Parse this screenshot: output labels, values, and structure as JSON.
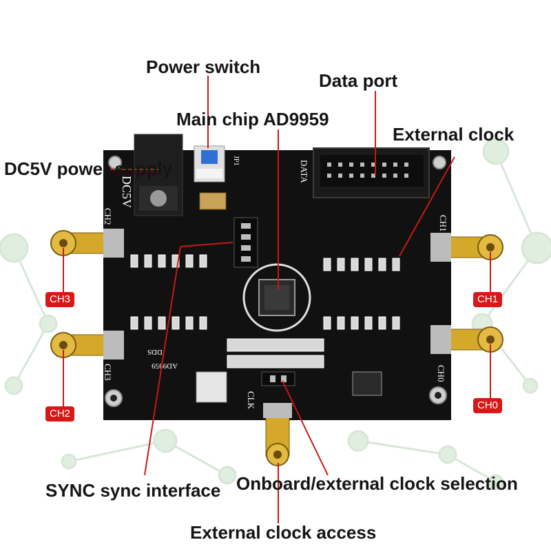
{
  "callouts": {
    "power_switch": "Power switch",
    "data_port": "Data port",
    "main_chip": "Main chip AD9959",
    "external_clock": "External clock",
    "dc5v_supply": "DC5V power supply",
    "sync_interface": "SYNC sync interface",
    "clock_selection": "Onboard/external clock selection",
    "external_clock_access": "External clock access"
  },
  "channel_tags": {
    "ch0": "CH0",
    "ch1": "CH1",
    "ch2": "CH2",
    "ch3": "CH3"
  },
  "board_silkscreen": {
    "dc5v": "DC5V",
    "ch1": "CH1",
    "ch2": "CH2",
    "ch3": "CH3",
    "ch0": "CH0",
    "clk": "CLK",
    "data": "DATA",
    "dds": "DDS",
    "ad9959": "AD9959",
    "jp1": "JP1"
  },
  "colors": {
    "board": "#111111",
    "callout_line": "#c81818",
    "tag_red": "#d81818",
    "connector_gold": "#d4a82a",
    "switch_blue": "#2f6fd6"
  }
}
